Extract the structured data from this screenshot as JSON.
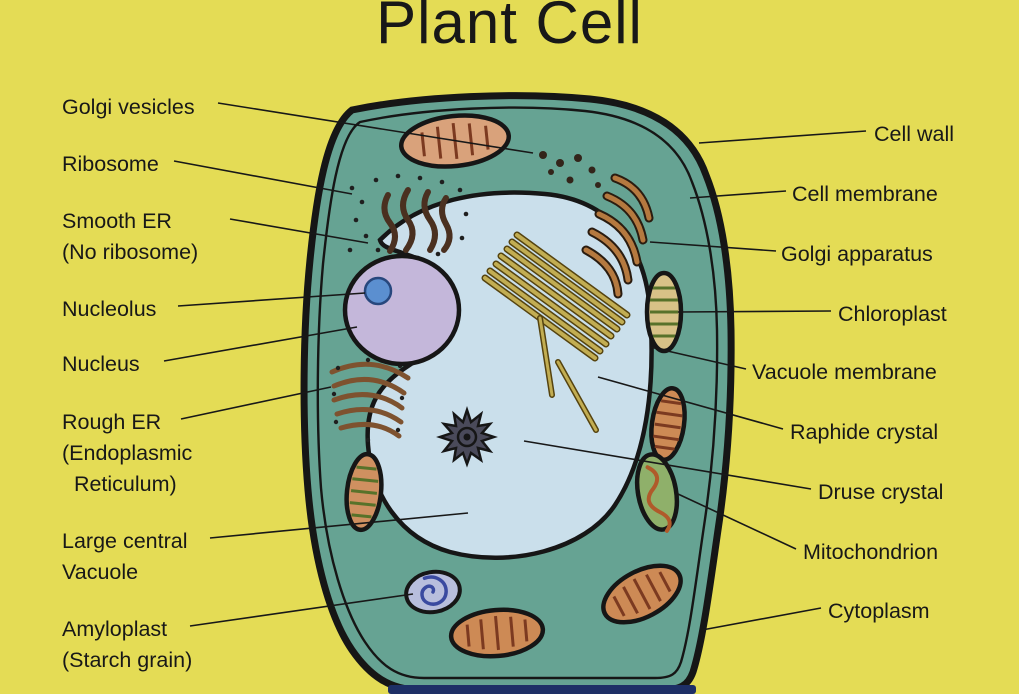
{
  "title": "Plant Cell",
  "colors": {
    "background": "#e4dc55",
    "ink": "#181818",
    "cell_fill": "#66a393",
    "cell_outline": "#161616",
    "vacuole_fill": "#cadfeb",
    "nucleus_fill": "#c4b7da",
    "nucleolus_fill": "#5b8fd0",
    "organelle_orange": "#cd8a55",
    "organelle_tan": "#d9a27b",
    "chloro_fill": "#d8c287",
    "stripe_dark": "#7c3a20",
    "er_brown": "#7e522f"
  },
  "labels": {
    "left": [
      {
        "text": "Golgi vesicles"
      },
      {
        "text": "Ribosome"
      },
      {
        "text": "Smooth ER\n(No ribosome)"
      },
      {
        "text": "Nucleolus"
      },
      {
        "text": "Nucleus"
      },
      {
        "text": "Rough ER\n(Endoplasmic\n  Reticulum)"
      },
      {
        "text": "Large central\nVacuole"
      },
      {
        "text": "Amyloplast\n(Starch grain)"
      }
    ],
    "right": [
      {
        "text": "Cell wall"
      },
      {
        "text": "Cell membrane"
      },
      {
        "text": "Golgi apparatus"
      },
      {
        "text": "Chloroplast"
      },
      {
        "text": "Vacuole membrane"
      },
      {
        "text": "Raphide crystal"
      },
      {
        "text": "Druse crystal"
      },
      {
        "text": "Mitochondrion"
      },
      {
        "text": "Cytoplasm"
      }
    ]
  }
}
